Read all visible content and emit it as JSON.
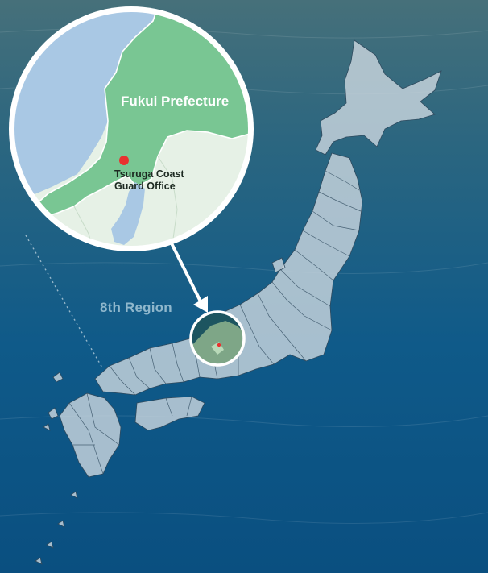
{
  "map": {
    "region_label": "8th Region",
    "inset": {
      "prefecture_label": "Fukui Prefecture",
      "office_label_line1": "Tsuruga Coast",
      "office_label_line2": "Guard Office"
    }
  },
  "colors": {
    "sea_top": "#3f6b74",
    "sea_bottom": "#0a5488",
    "land": "#c9d6de",
    "land_border": "#2f4a5e",
    "inset_water": "#a9c8e4",
    "inset_prefecture": "#79c693",
    "inset_land_other": "#e6f1e6",
    "marker": "#e8312f",
    "ring": "#ffffff"
  },
  "icons": {
    "marker": "red-dot",
    "callout": "arrow"
  }
}
